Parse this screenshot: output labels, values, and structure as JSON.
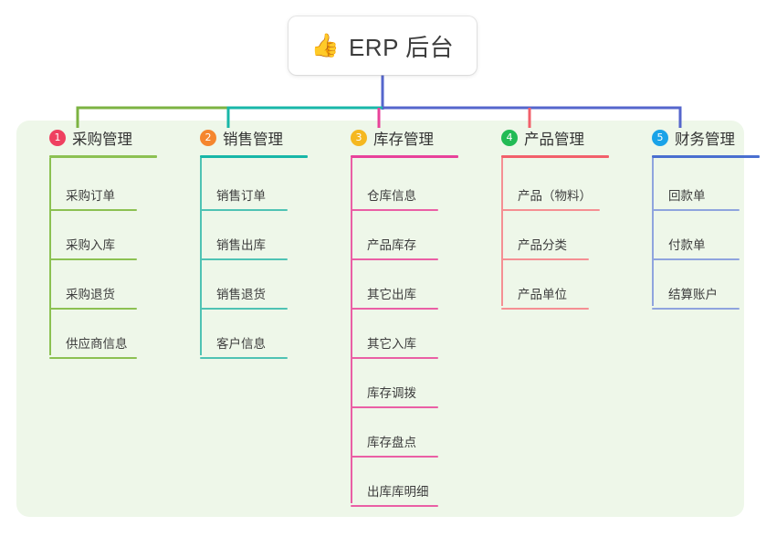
{
  "diagram": {
    "type": "org-chart",
    "root": {
      "icon": "thumbs-up-icon",
      "icon_glyph": "👍",
      "title": "ERP 后台"
    },
    "panel": {
      "background": "#eef7e9"
    },
    "bus_colors": {
      "root_drop": "#5566cc",
      "segment_1": "#7cb342",
      "segment_2": "#18b7a8",
      "segment_3": "#e8429a",
      "segment_4": "#f2606b",
      "segment_5": "#5566cc"
    },
    "columns": [
      {
        "number": "1",
        "title": "采购管理",
        "badge_color": "#ef4060",
        "rule_color": "#8cc152",
        "leaf_color": "#8cc152",
        "leaves": [
          "采购订单",
          "采购入库",
          "采购退货",
          "供应商信息"
        ]
      },
      {
        "number": "2",
        "title": "销售管理",
        "badge_color": "#f5862e",
        "rule_color": "#18b7a8",
        "leaf_color": "#4fc3b4",
        "leaves": [
          "销售订单",
          "销售出库",
          "销售退货",
          "客户信息"
        ]
      },
      {
        "number": "3",
        "title": "库存管理",
        "badge_color": "#f5b820",
        "rule_color": "#e8429a",
        "leaf_color": "#ea5fa5",
        "leaves": [
          "仓库信息",
          "产品库存",
          "其它出库",
          "其它入库",
          "库存调拨",
          "库存盘点",
          "出库库明细"
        ]
      },
      {
        "number": "4",
        "title": "产品管理",
        "badge_color": "#22bb55",
        "rule_color": "#f2606b",
        "leaf_color": "#f58f93",
        "leaves": [
          "产品（物料）",
          "产品分类",
          "产品单位"
        ]
      },
      {
        "number": "5",
        "title": "财务管理",
        "badge_color": "#1aa3e8",
        "rule_color": "#4a6fd0",
        "leaf_color": "#8fa4de",
        "leaves": [
          "回款单",
          "付款单",
          "结算账户"
        ]
      }
    ]
  }
}
